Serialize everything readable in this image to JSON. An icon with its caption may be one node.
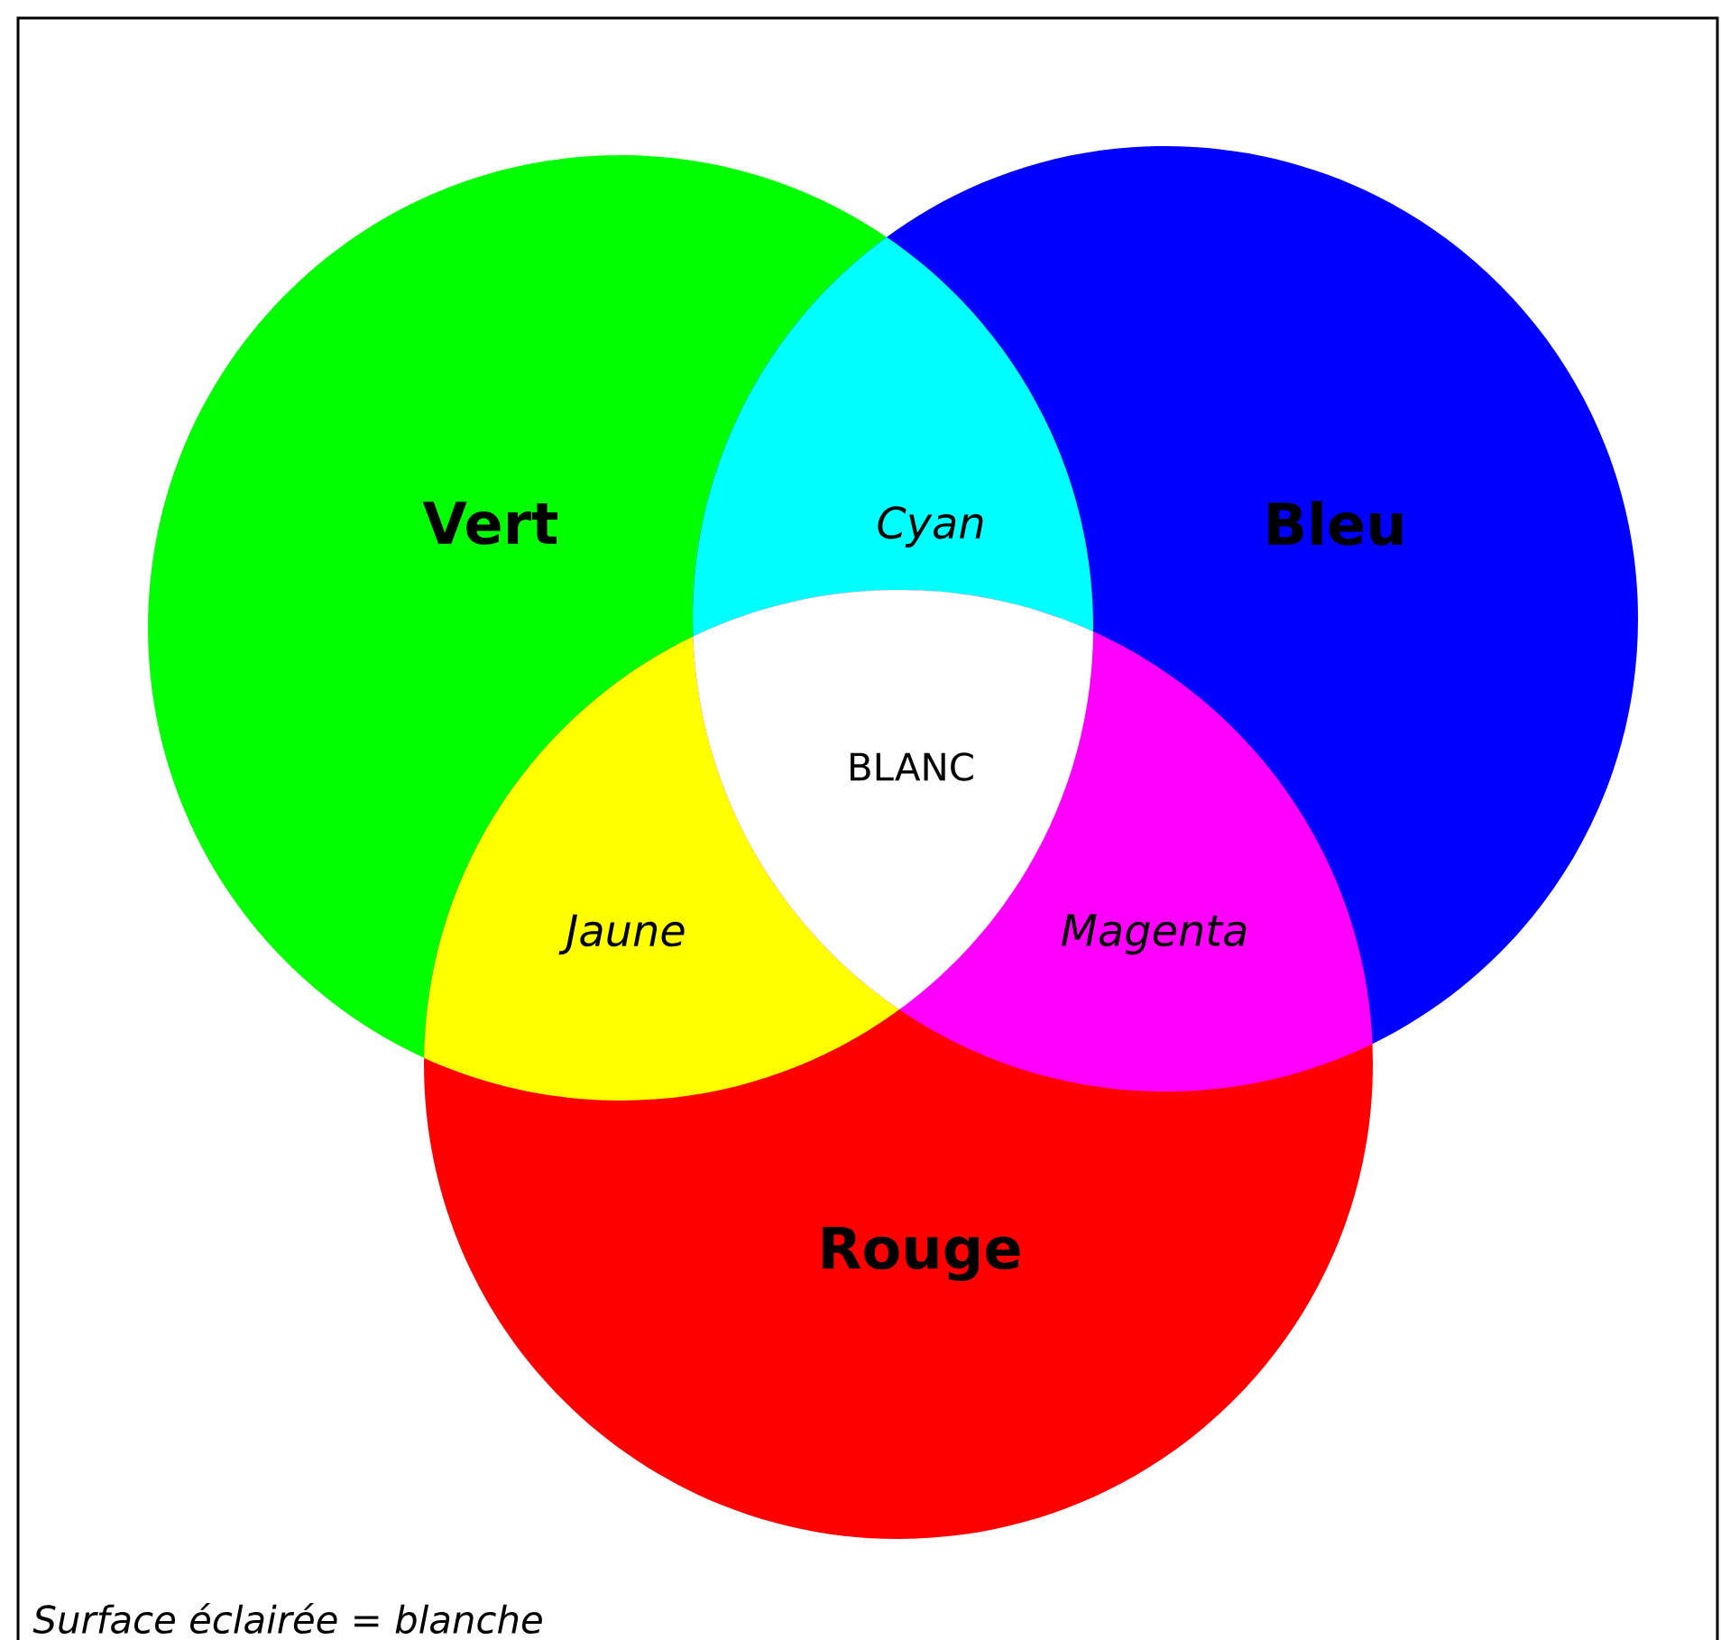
{
  "diagram": {
    "caption": "Surface éclairée = blanche",
    "nodes": [
      {
        "text": [
          "Vert"
        ]
      },
      {
        "text": [
          "Bleu"
        ]
      },
      {
        "text": [
          "Rouge"
        ]
      }
    ],
    "labels": [
      "Cyan",
      "BLANC",
      "Jaune",
      "Magenta"
    ]
  }
}
